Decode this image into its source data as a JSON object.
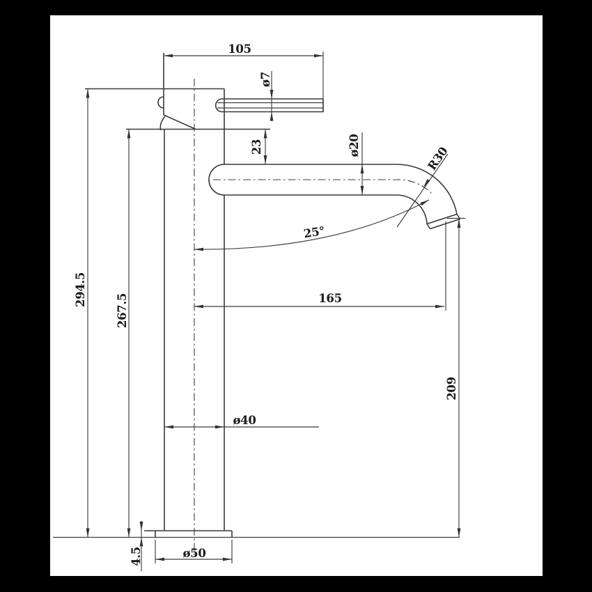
{
  "canvas": {
    "background": "#000000",
    "paper": "#ffffff",
    "line_color": "#3a3a3a",
    "text_color": "#1b1b1b"
  },
  "subject": "Tall single-lever basin mixer tap - side elevation dimension drawing",
  "dimensions": {
    "top_width": "105",
    "handle_rod_diameter": "ø7",
    "head_to_spout_offset": "23",
    "spout_tube_diameter": "ø20",
    "spout_bend_radius": "R30",
    "outlet_angle": "25°",
    "overall_height": "294.5",
    "body_height": "267.5",
    "spout_reach": "165",
    "outlet_height": "209",
    "body_diameter": "ø40",
    "base_plate_diameter": "ø50",
    "base_plate_thickness": "4.5"
  }
}
